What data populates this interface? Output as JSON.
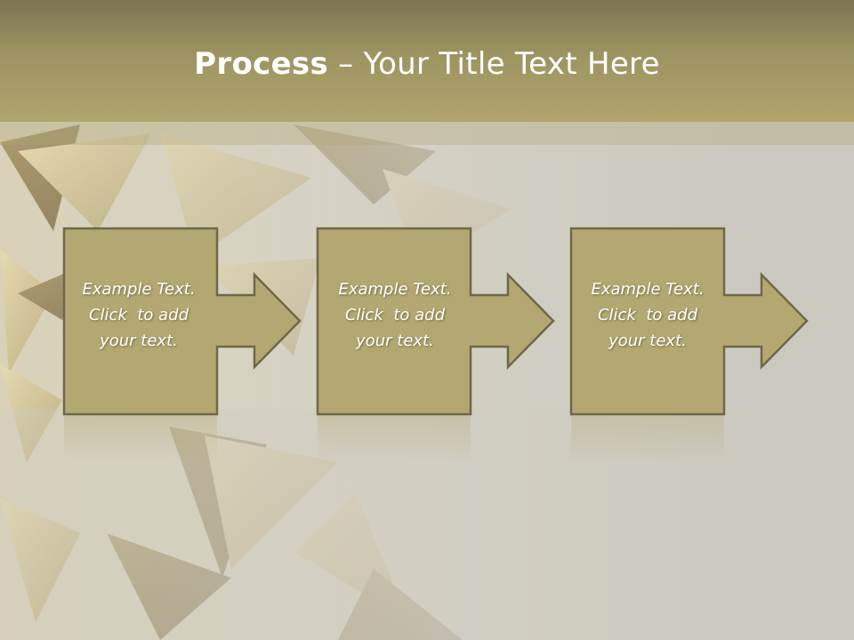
{
  "title": {
    "bold": "Process",
    "rest": " – Your Title Text Here"
  },
  "steps": [
    {
      "line1": "Example Text.",
      "line2": "Click  to add",
      "line3": "your text."
    },
    {
      "line1": "Example Text.",
      "line2": "Click  to add",
      "line3": "your text."
    },
    {
      "line1": "Example Text.",
      "line2": "Click  to add",
      "line3": "your text."
    }
  ],
  "colors": {
    "title_band": "#a0965f",
    "box_fill": "#b3a872",
    "box_border": "#6e6849",
    "background": "#cfccc0"
  }
}
